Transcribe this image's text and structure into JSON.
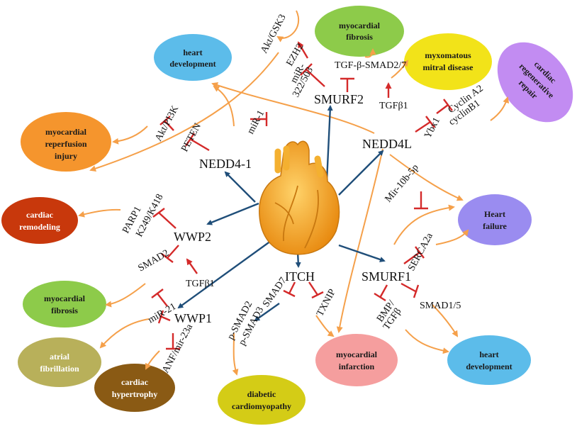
{
  "nodes": {
    "nedd4_1": "NEDD4-1",
    "smurf2": "SMURF2",
    "nedd4l": "NEDD4L",
    "wwp2": "WWP2",
    "wwp1": "WWP1",
    "itch": "ITCH",
    "smurf1": "SMURF1"
  },
  "labels": {
    "akt_gsk3": "Akt/GSK3",
    "ezh2": "EZH2",
    "mir_322": "miR-",
    "mir_322b": "322/503",
    "tgf_smad": "TGF-β-SMAD2/7",
    "tgfb1_top": "TGFβ1",
    "mir_1": "miR-1",
    "akt_pi3k": "Akt/PI3K",
    "peten": "PETEN",
    "cyclin_a2": "Cyclin A2",
    "cyclin_b1": "cyclinB1",
    "ybx1": "Ybx1",
    "mir_10b": "Mir-10b-5p",
    "parp1": "PARP1",
    "k249": "K249/K418",
    "tgfb1_mid": "TGFβ1",
    "smad2": "SMAD2",
    "mir_21": "miR-21",
    "anf": "ANF/mir-23a",
    "smad7": "SMAD7",
    "txnip": "TXNIP",
    "p_smad2": "p-SMAD2",
    "p_smad3": "p-SMAD3",
    "serca2a": "SERCA2a",
    "bmp": "BMP/",
    "tgfb": "TGFβ",
    "smad1_5": "SMAD1/5"
  },
  "diseases": {
    "myocardial_fibrosis_top": [
      "myocardial",
      "fibrosis"
    ],
    "heart_development_top": [
      "heart",
      "development"
    ],
    "myxomatous": [
      "myxomatous",
      "mitral disease"
    ],
    "cardiac_regen": [
      "cardiac",
      "regenerative",
      "repair"
    ],
    "reperfusion": [
      "myocardial",
      "reperfusion",
      "injury"
    ],
    "cardiac_remodeling": [
      "cardiac",
      "remodeling"
    ],
    "heart_failure": [
      "Heart",
      "failure"
    ],
    "myocardial_fibrosis_bottom": [
      "myocardial",
      "fibrosis"
    ],
    "atrial_fibrillation": [
      "atrial",
      "fibrillation"
    ],
    "cardiac_hypertrophy": [
      "cardiac",
      "hypertrophy"
    ],
    "diabetic": [
      "diabetic",
      "cardiomyopathy"
    ],
    "myocardial_infarction": [
      "myocardial",
      "infarction"
    ],
    "heart_development_bottom": [
      "heart",
      "development"
    ]
  },
  "colors": {
    "activation_arrow": "#1f4e79",
    "inhibition": "#d42a2a",
    "outcome_arrow": "#f5a04a",
    "green": "#8dcb4a",
    "sky": "#5cbcea",
    "yellow": "#f2e319",
    "lavender": "#c28cf2",
    "orange": "#f5952d",
    "brick": "#c8380c",
    "violet": "#9a8cf0",
    "olive": "#b8b05a",
    "brown": "#8a5a14",
    "mustard": "#d4cc16",
    "pink": "#f59e9e",
    "heart": "#f0a020"
  },
  "icons": {
    "center": "heart-icon"
  }
}
